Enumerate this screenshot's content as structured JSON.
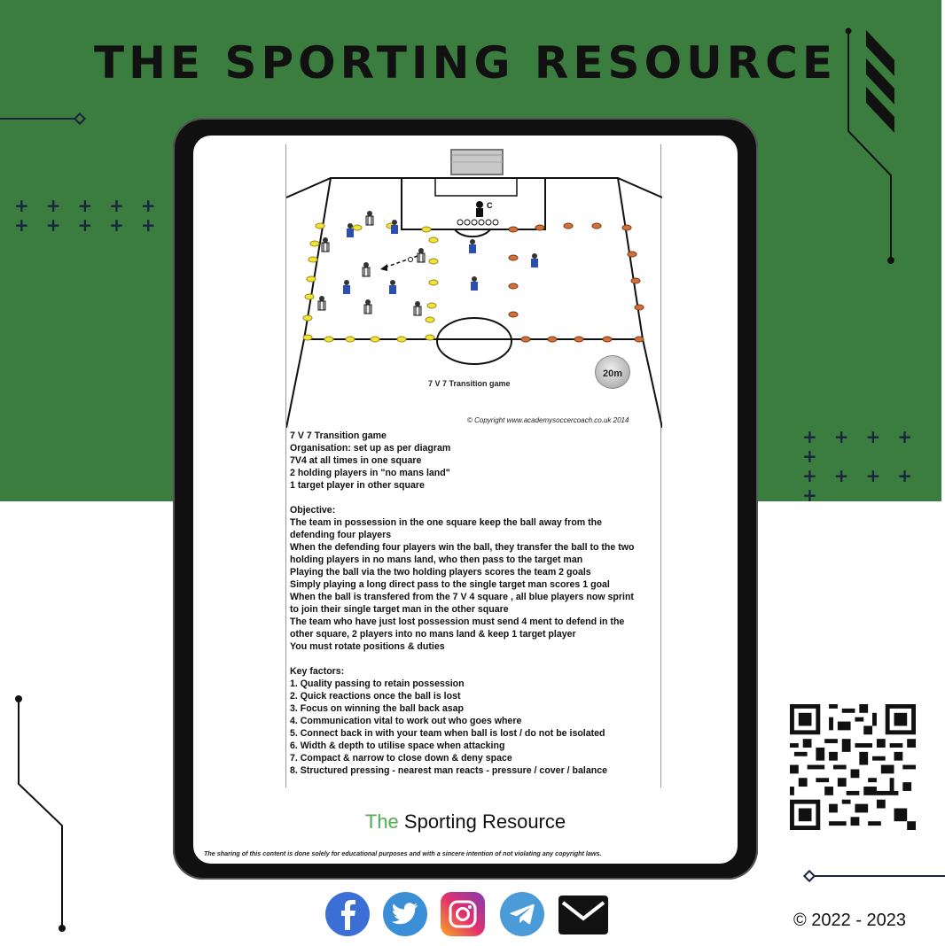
{
  "header": {
    "title": "THE SPORTING RESOURCE"
  },
  "decor": {
    "plus_row": "+ + + + +"
  },
  "diagram": {
    "game_label": "7 V 7 Transition game",
    "distance_badge": "20m",
    "coach_label": "C",
    "copyright": "© Copyright www.academysoccercoach.co.uk 2014"
  },
  "session": {
    "lines": [
      "7 V 7 Transition game",
      "Organisation: set up as per diagram",
      "7V4 at all times in one square",
      "2 holding players in \"no mans land\"",
      "1 target player in other square"
    ],
    "objective_heading": "Objective:",
    "objective_lines": [
      "The team in possession in the one square keep the ball away from the",
      "defending four players",
      "When the defending four players win the ball, they transfer the ball to the two",
      "holding players in no mans land, who then pass to the target man",
      "Playing the ball via the two holding players scores the team 2 goals",
      "Simply playing a long direct pass to the single target man scores 1 goal",
      "When the ball is transfered from the 7 V 4 square , all blue players now sprint",
      "to join their single target man in the other square",
      "The team who have just lost possession must send 4 ment to defend in the",
      "other square, 2 players into no mans land & keep 1 target player",
      "You must rotate positions & duties"
    ],
    "key_heading": "Key factors:",
    "key_lines": [
      "1. Quality passing to retain possession",
      "2. Quick reactions once the ball is lost",
      "3. Focus on winning the ball back asap",
      "4. Communication vital to work out who goes where",
      "5. Connect back in with your team when ball is lost / do not be isolated",
      "6. Width & depth to utilise space when attacking",
      "7. Compact & narrow to close down & deny space",
      "8. Structured pressing - nearest man reacts - pressure / cover / balance"
    ]
  },
  "footer_brand": {
    "the": "The",
    "rest": " Sporting Resource"
  },
  "disclaimer": "The sharing of this content is done solely for educational purposes and with a sincere intention of not violating any copyright laws.",
  "social": [
    "facebook-icon",
    "twitter-icon",
    "instagram-icon",
    "telegram-icon",
    "email-icon"
  ],
  "copyright_years": "© 2022 - 2023",
  "colors": {
    "green": "#3b7d3e",
    "navy": "#1a2340",
    "brand_green": "#4caf50",
    "blue_player": "#2a4fb0",
    "yellow_cone": "#f2e33a",
    "orange_cone": "#d2703a"
  }
}
